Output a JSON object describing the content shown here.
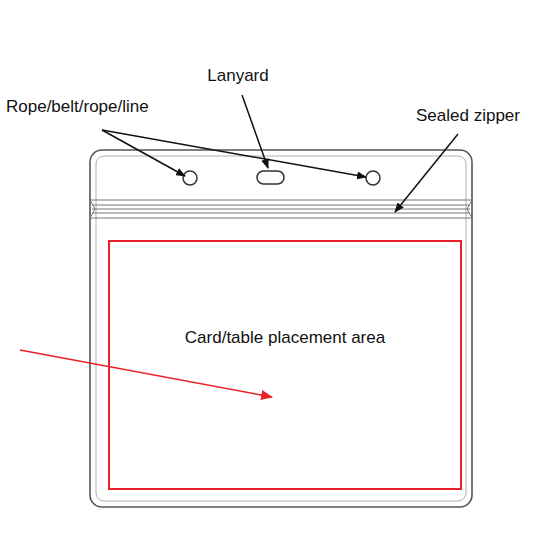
{
  "diagram": {
    "nodes": [
      {
        "text": [
          "Card/table placement area"
        ]
      }
    ],
    "labels": [
      "Lanyard",
      "Rope/belt/rope/line",
      "Sealed zipper"
    ]
  }
}
